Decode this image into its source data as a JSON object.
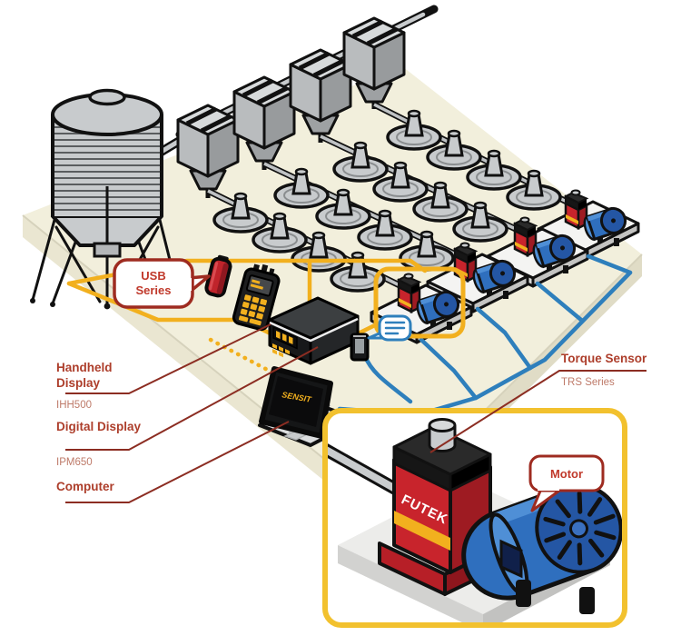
{
  "diagram": {
    "usb_callout": {
      "line1": "USB",
      "line2": "Series"
    },
    "legend": {
      "handheld": {
        "line1": "Handheld",
        "line2": "Display",
        "model": "IHH500"
      },
      "digital": {
        "title": "Digital Display",
        "model": "IPM650"
      },
      "computer": {
        "title": "Computer"
      },
      "torque": {
        "title": "Torque Sensor",
        "model": "TRS Series"
      }
    },
    "motor_callout": {
      "label": "Motor"
    },
    "sensor_brand": "FUTEK",
    "laptop_screen_text": "SENSIT",
    "icons": {
      "wireless": "speech-bubble-with-signal-lines"
    },
    "colors": {
      "floor": "#F2EFDC",
      "cable_yellow": "#F2B01E",
      "cable_blue": "#2E7FBC",
      "sensor_red": "#C8242C",
      "motor_blue": "#2F6FBE",
      "label_red": "#AD3E2B",
      "callout_border": "#9E2B20",
      "equipment_gray": "#C8CBCD"
    }
  }
}
